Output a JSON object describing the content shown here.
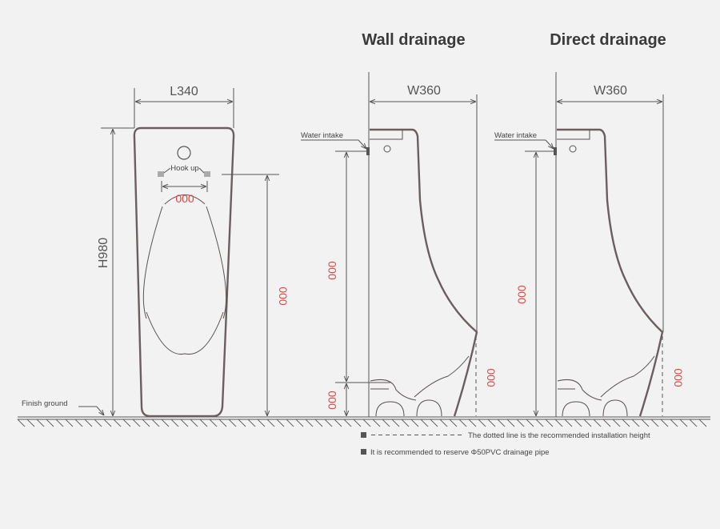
{
  "titles": {
    "wall_drainage": "Wall drainage",
    "direct_drainage": "Direct drainage"
  },
  "dimensions": {
    "length": "L340",
    "height": "H980",
    "width_wall": "W360",
    "width_direct": "W360",
    "placeholder": "000"
  },
  "labels": {
    "hook_up": "Hook up",
    "water_intake": "Water intake",
    "finish_ground": "Finish ground"
  },
  "notes": {
    "dotted_line": "The dotted line is the recommended installation height",
    "reserve_pipe": "It is recommended to reserve Φ50PVC drainage pipe"
  },
  "colors": {
    "background": "#f2f2f2",
    "outline": "#6b5e5e",
    "dimension_red": "#e0453f",
    "hook_square": "#aaaaaa"
  }
}
